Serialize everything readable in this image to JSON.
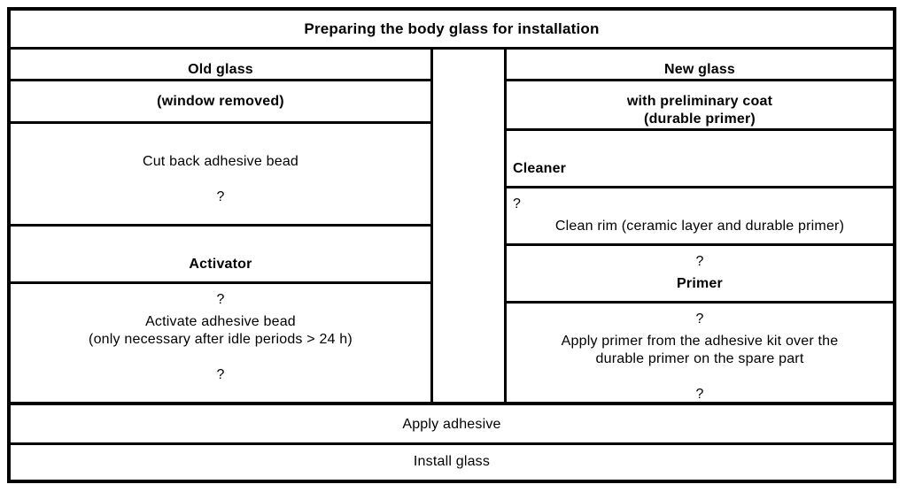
{
  "title": "Preparing the body glass for installation",
  "old_glass": {
    "header": "Old glass",
    "condition": "(window removed)",
    "cut_back": {
      "text": [
        "Cut back adhesive bead"
      ],
      "link": "?"
    },
    "activator": {
      "label": "Activator",
      "link": "?"
    },
    "activate": {
      "text": [
        "Activate adhesive bead",
        "(only necessary after idle periods > 24 h)"
      ],
      "link": "?"
    }
  },
  "new_glass": {
    "header": "New glass",
    "condition": [
      "with preliminary coat",
      "(durable primer)"
    ],
    "cleaner": {
      "label": "Cleaner",
      "link": "?"
    },
    "clean_rim": {
      "text": [
        "Clean rim (ceramic layer and durable primer)"
      ],
      "link": "?"
    },
    "primer": {
      "label": "Primer",
      "link": "?"
    },
    "apply_primer": {
      "text": [
        "Apply primer from the adhesive kit over the",
        "durable primer on the spare part"
      ],
      "link": "?"
    }
  },
  "footer_rows": {
    "apply_adhesive": "Apply adhesive",
    "install_glass": "Install glass"
  },
  "colors": {
    "background": "#ffffff",
    "line": "#000000",
    "text": "#000000"
  }
}
